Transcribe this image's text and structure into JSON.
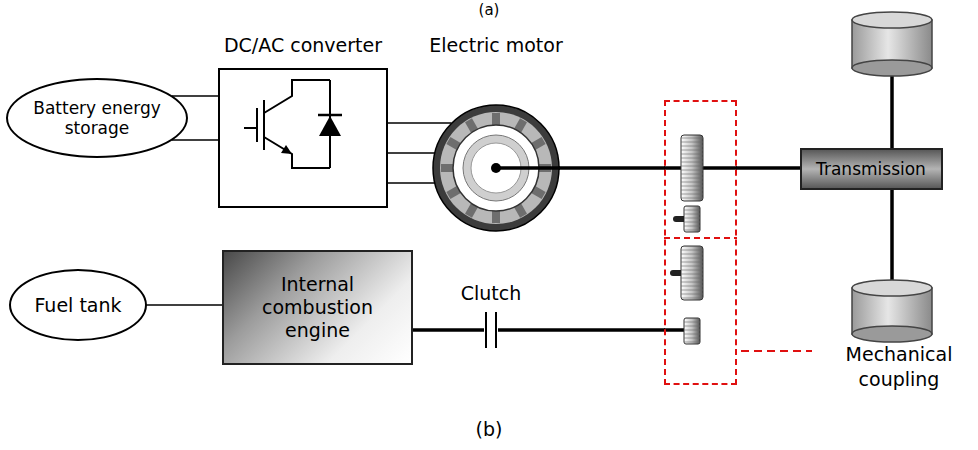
{
  "diagram": {
    "caption": "(b)",
    "nodes": [
      {
        "text": [
          "Battery energy storage"
        ]
      },
      {
        "text": [
          "DC/AC converter"
        ]
      },
      {
        "text": [
          "Electric motor"
        ]
      },
      {
        "text": [
          "Transmission"
        ]
      },
      {
        "text": [
          "Fuel tank"
        ]
      },
      {
        "text": [
          "Internal combustion engine"
        ]
      },
      {
        "text": [
          "Mechanical coupling"
        ]
      }
    ],
    "edges": [
      {
        "from": 0,
        "to": 1,
        "arrow": "none"
      },
      {
        "from": 1,
        "to": 2,
        "arrow": "none"
      },
      {
        "from": 2,
        "to": 6,
        "arrow": "none"
      },
      {
        "from": 6,
        "to": 3,
        "arrow": "none"
      },
      {
        "from": 4,
        "to": 5,
        "arrow": "none"
      },
      {
        "from": 5,
        "to": 6,
        "arrow": "none"
      }
    ],
    "labels": [
      "(a)",
      "Clutch"
    ]
  }
}
